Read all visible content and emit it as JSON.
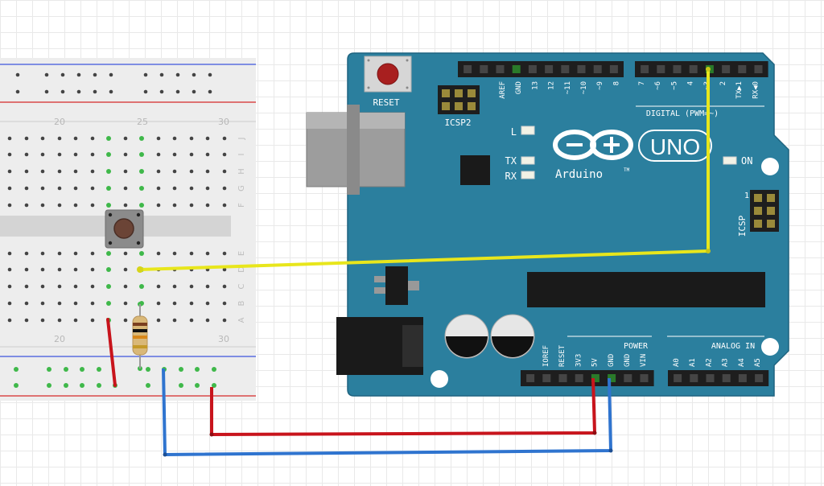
{
  "breadboard": {
    "column_numbers": {
      "c20": "20",
      "c25": "25",
      "c30": "30"
    },
    "row_letters": [
      "J",
      "I",
      "H",
      "G",
      "F",
      "E",
      "D",
      "C",
      "B",
      "A"
    ]
  },
  "arduino": {
    "reset_label": "RESET",
    "icsp2_label": "ICSP2",
    "icsp_label": "ICSP",
    "icsp_pin1": "1",
    "l_label": "L",
    "tx_label": "TX",
    "rx_label": "RX",
    "on_label": "ON",
    "logo_text": "Arduino",
    "logo_tm": "TM",
    "uno_label": "UNO",
    "digital_label": "DIGITAL (PWM=~)",
    "power_label": "POWER",
    "analog_label": "ANALOG IN",
    "digital_pins_left": [
      "AREF",
      "GND",
      "13",
      "12",
      "~11",
      "~10",
      "~9",
      "8"
    ],
    "digital_pins_right": [
      "7",
      "~6",
      "~5",
      "4",
      "~3",
      "2",
      "TX▶1",
      "RX◀0"
    ],
    "power_pins": [
      "IOREF",
      "RESET",
      "3V3",
      "5V",
      "GND",
      "GND",
      "VIN"
    ],
    "analog_pins": [
      "A0",
      "A1",
      "A2",
      "A3",
      "A4",
      "A5"
    ]
  },
  "colors": {
    "board": "#2b7f9e",
    "yellow_wire": "#e8e61c",
    "red_wire": "#c8141c",
    "blue_wire": "#2f74cf",
    "breadboard": "#ededed",
    "hole_connected": "#3fb84a"
  }
}
